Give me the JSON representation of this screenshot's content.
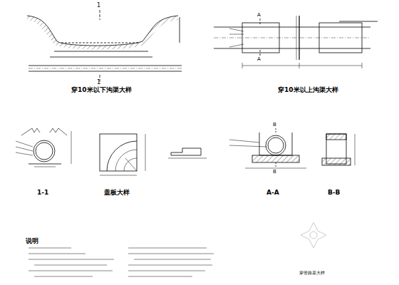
{
  "diagram": {
    "labels": [
      "1",
      "1",
      "穿10米以下沟渠大样",
      "A",
      "A",
      "穿10米以上沟渠大样",
      "1-1",
      "盖板大样",
      "A-A",
      "B",
      "B",
      "B-B",
      "说明",
      "穿管路基大样"
    ]
  }
}
